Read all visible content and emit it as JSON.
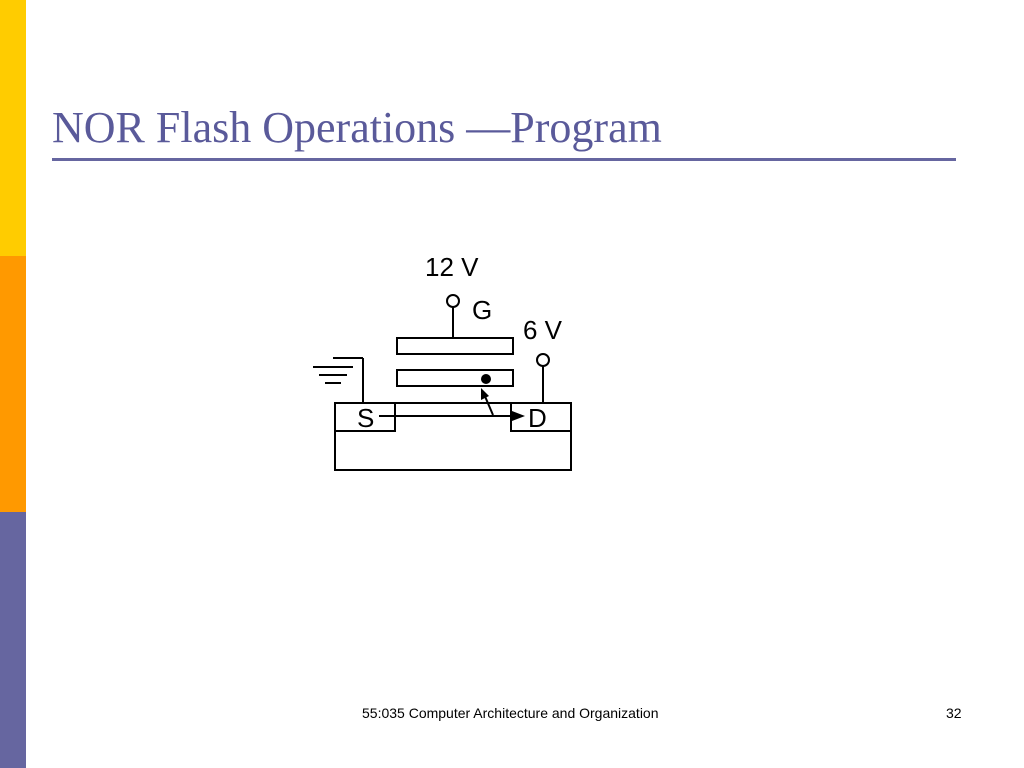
{
  "colors": {
    "side_yellow": "#ffcc00",
    "side_orange": "#ff9900",
    "side_blue": "#6666a0",
    "title": "#5a5a9a"
  },
  "slide": {
    "title": "NOR Flash Operations —Program"
  },
  "diagram": {
    "gate_voltage": "12 V",
    "gate_label": "G",
    "drain_voltage": "6 V",
    "source_label": "S",
    "drain_label": "D"
  },
  "footer": {
    "course": "55:035 Computer Architecture and Organization",
    "page": "32"
  }
}
